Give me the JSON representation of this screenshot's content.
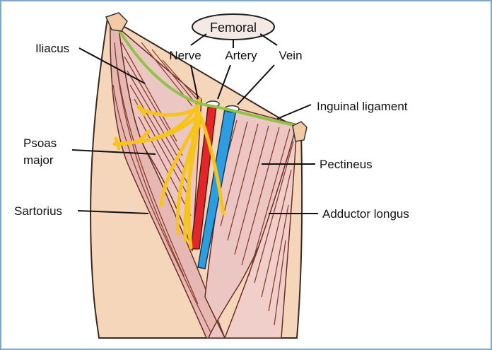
{
  "diagram": {
    "title": "Femoral",
    "top_labels": {
      "nerve": "Nerve",
      "artery": "Artery",
      "vein": "Vein"
    },
    "labels": {
      "iliacus": "Iliacus",
      "psoas_line1": "Psoas",
      "psoas_line2": "major",
      "sartorius": "Sartorius",
      "inguinal": "Inguinal ligament",
      "pectineus": "Pectineus",
      "adductor": "Adductor longus"
    },
    "colors": {
      "skin": "#f6d6bb",
      "muscle": "#ecc6c3",
      "fiber": "#8c3d2e",
      "ligament": "#8ec447",
      "nerve": "#f7c41c",
      "artery": "#e3262a",
      "vein": "#2e9de0",
      "frame": "#7fa7c9"
    }
  }
}
